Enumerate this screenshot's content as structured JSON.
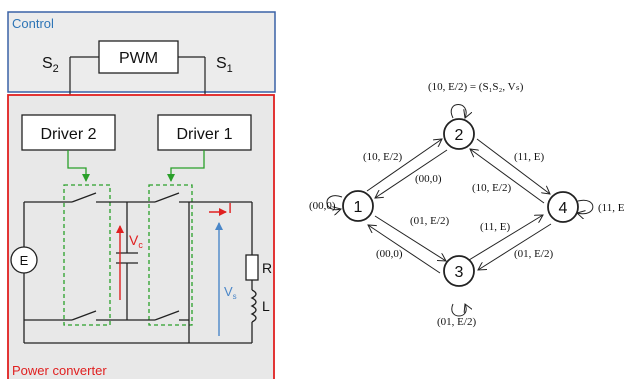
{
  "control": {
    "title": "Control",
    "pwm_label": "PWM",
    "s2_base": "S",
    "s2_sub": "2",
    "s1_base": "S",
    "s1_sub": "1"
  },
  "power": {
    "title": "Power converter",
    "driver2_label": "Driver 2",
    "driver1_label": "Driver 1",
    "source_label": "E",
    "vc_base": "V",
    "vc_sub": "c",
    "current_label": "I",
    "vs_base": "V",
    "vs_sub": "s",
    "resistor_label": "R",
    "inductor_label": "L"
  },
  "state_graph": {
    "nodes": [
      "1",
      "2",
      "3",
      "4"
    ],
    "labels": {
      "top_self": "(10, E/2) = (S₁S₂, Vₛ)",
      "n1_to_n2": "(10, E/2)",
      "n2_to_n1": "(00,0)",
      "n2_to_n4": "(11, E)",
      "n4_to_n2": "(10, E/2)",
      "n1_self": "(00,0)",
      "n4_self": "(11, E",
      "n1_to_n3": "(01, E/2)",
      "n3_to_n1": "(00,0)",
      "n3_to_n4": "(11, E)",
      "n4_to_n3": "(01, E/2)",
      "n3_self": "(01, E/2)"
    }
  },
  "colors": {
    "control_border": "#3a62a6",
    "control_title": "#2e75b6",
    "power_border": "#e02020",
    "power_fill": "#e8e8e8",
    "green_dashed": "#2aa02a",
    "green_arrow": "#2aa02a",
    "vc_arrow": "#e02020",
    "vs_arrow": "#4a86c8",
    "current_arrow": "#e02020"
  }
}
